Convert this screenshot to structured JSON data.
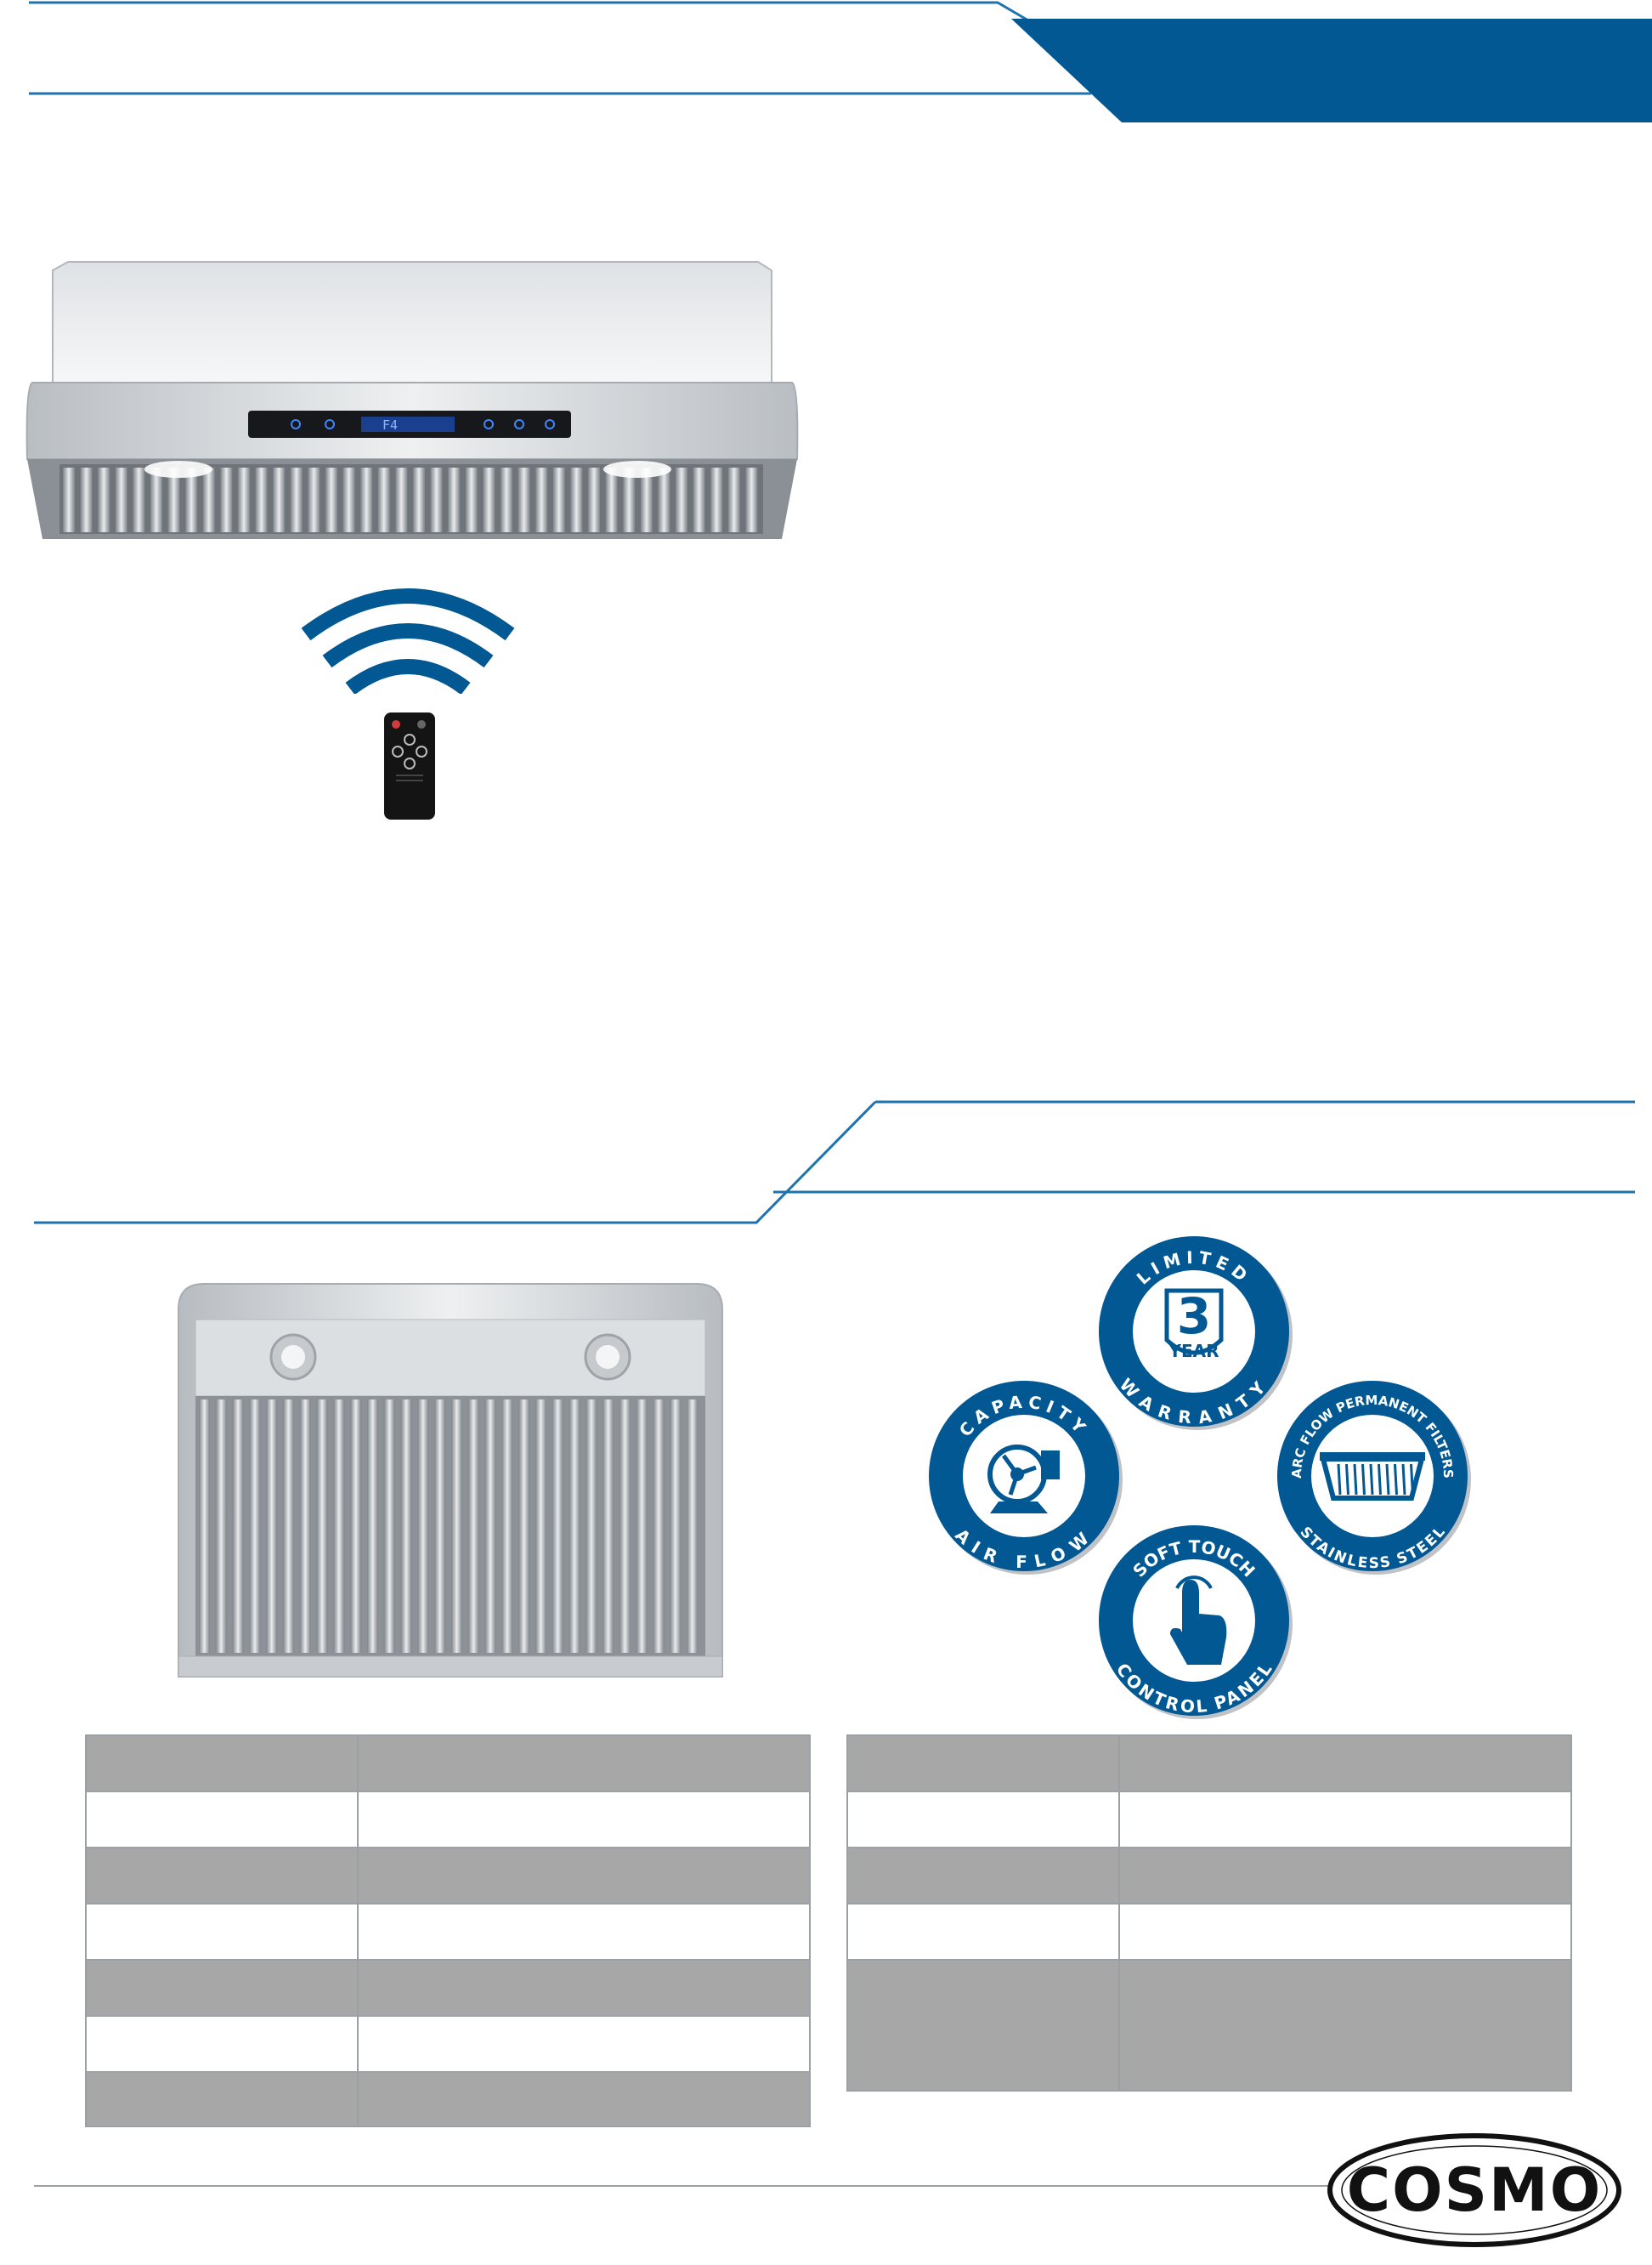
{
  "colors": {
    "brand_blue": "#025892",
    "rule_blue": "#1f73ad",
    "steel_light": "#e6e8ea",
    "steel_dark": "#9aa0a6",
    "table_shade": "#a7a7a7",
    "table_border": "#9aa0a6",
    "lcd_blue": "#3f86ff"
  },
  "badges": {
    "warranty": {
      "top": "LIMITED",
      "number": "3",
      "unit": "YEAR",
      "bottom": "WARRANTY",
      "icon": "warranty-shield-icon"
    },
    "capacity": {
      "top": "CAPACITY",
      "bottom": "AIR FLOW",
      "icon": "blower-fan-icon"
    },
    "filters": {
      "top": "ARC FLOW PERMANENT FILTERS",
      "bottom": "STAINLESS STEEL",
      "icon": "baffle-filter-icon"
    },
    "soft_touch": {
      "top": "SOFT TOUCH",
      "bottom": "CONTROL PANEL",
      "icon": "finger-touch-icon"
    }
  },
  "hood_display": {
    "readout": "F4"
  },
  "logo": {
    "text": "COSMO"
  },
  "icons": {
    "wireless": "wifi-signal-icon",
    "remote": "remote-control-icon"
  },
  "tables": {
    "left_rows": 7,
    "right_rows": 5
  }
}
